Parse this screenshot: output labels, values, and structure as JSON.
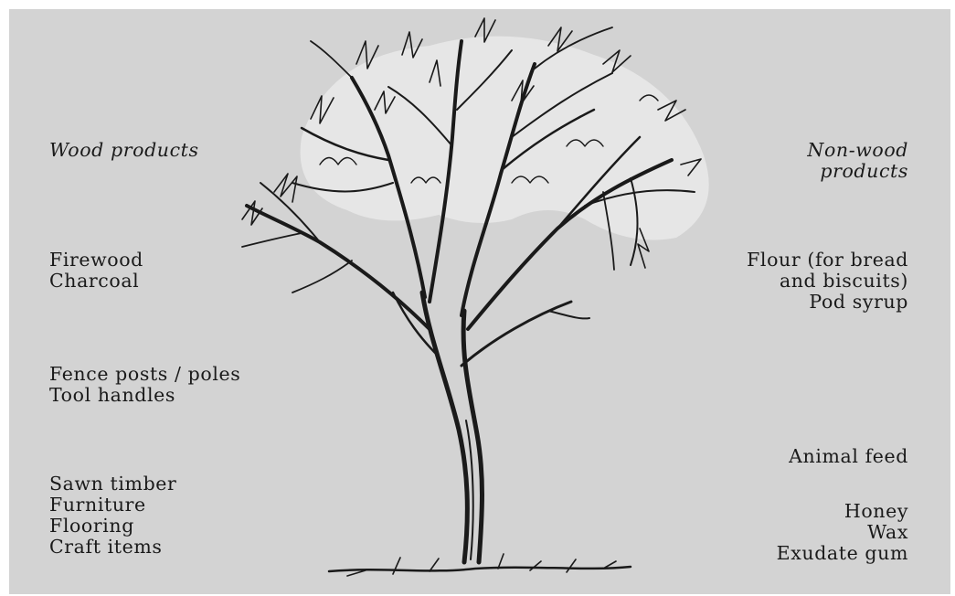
{
  "left_column": {
    "heading": "Wood products",
    "groups": [
      [
        "Firewood",
        "Charcoal"
      ],
      [
        "Fence posts / poles",
        "Tool handles"
      ],
      [
        "Sawn timber",
        "Furniture",
        "Flooring",
        "Craft items"
      ]
    ]
  },
  "right_column": {
    "heading_lines": [
      "Non-wood",
      "products"
    ],
    "groups": [
      [
        "Flour (for bread",
        "and biscuits)",
        "Pod syrup"
      ],
      [
        "Animal feed"
      ],
      [
        "Honey",
        "Wax",
        "Exudate gum"
      ]
    ]
  },
  "colors": {
    "background": "#d3d3d3",
    "ink": "#1a1a1a",
    "canopy_fill": "#e8e8e8"
  },
  "illustration": "tree-sketch"
}
